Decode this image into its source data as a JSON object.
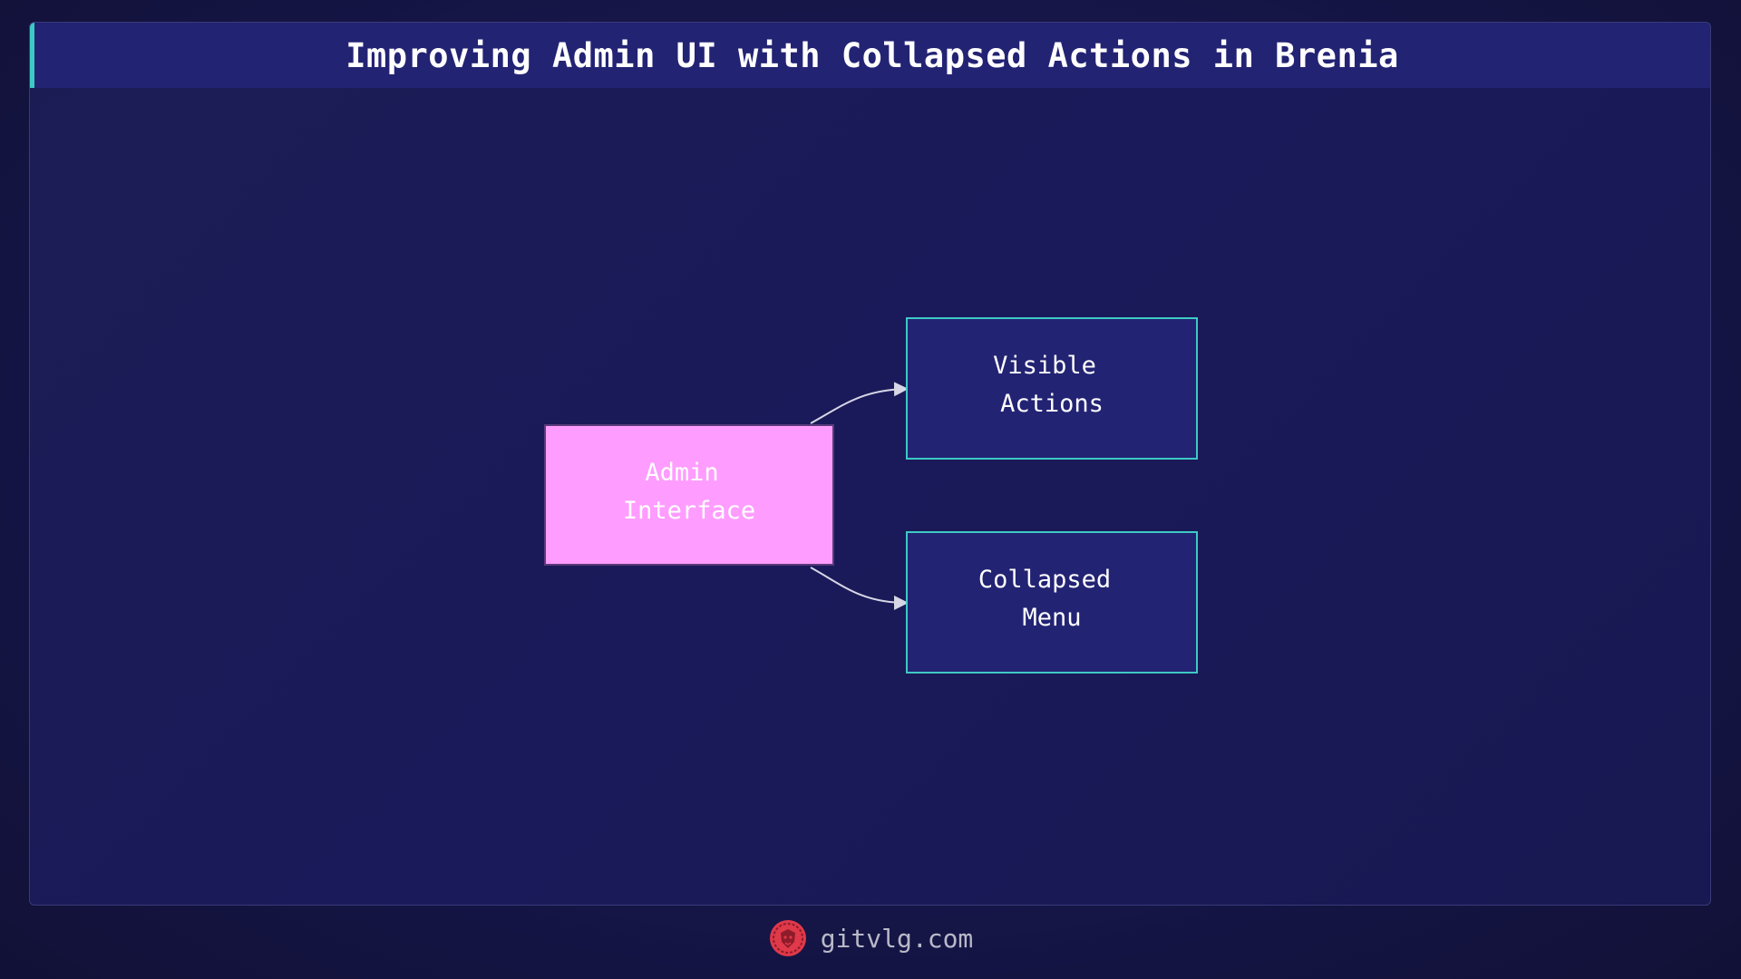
{
  "title": "Improving Admin UI with Collapsed Actions in Brenia",
  "nodes": {
    "admin": {
      "line1": "Admin",
      "line2": "Interface"
    },
    "visible": {
      "line1": "Visible",
      "line2": "Actions"
    },
    "collapsed": {
      "line1": "Collapsed",
      "line2": "Menu"
    }
  },
  "edges": [
    {
      "from": "Admin Interface",
      "to": "Visible Actions"
    },
    {
      "from": "Admin Interface",
      "to": "Collapsed Menu"
    }
  ],
  "footer": {
    "site": "gitvlg.com",
    "logo_icon": "lion-head-icon"
  },
  "colors": {
    "admin_fill": "#ff9cff",
    "node_fill": "#232374",
    "node_border": "#3ec9c4",
    "accent": "#3ec9c4",
    "edge": "#d6d6e6",
    "logo": "#e0394a"
  }
}
